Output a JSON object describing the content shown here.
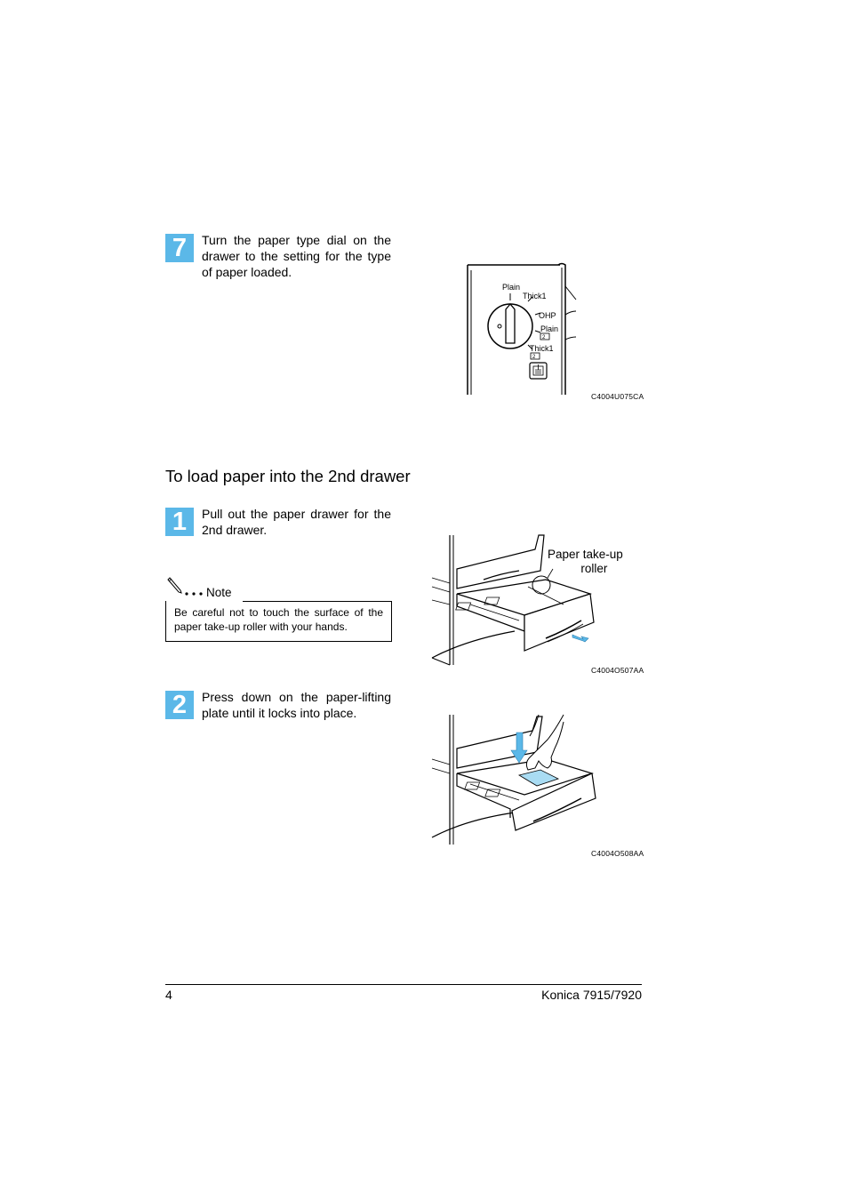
{
  "steps": [
    {
      "number": "7",
      "text": "Turn the paper type dial on the drawer to the setting for the type of paper loaded."
    },
    {
      "number": "1",
      "text": "Pull out the paper drawer for the 2nd drawer."
    },
    {
      "number": "2",
      "text": "Press down on the paper-lifting plate until it locks into place."
    }
  ],
  "section_title": "To load paper into the 2nd drawer",
  "note": {
    "label": "Note",
    "text": "Be careful not to touch the surface of the paper take-up roller with your hands."
  },
  "figures": {
    "dial": {
      "code": "C4004U075CA",
      "labels": {
        "plain": "Plain",
        "thick1": "Thick1",
        "ohp": "OHP",
        "plain2": "Plain",
        "thick1_2": "Thick1",
        "small2a": "2",
        "small2b": "2"
      }
    },
    "drawer_open": {
      "code": "C4004O507AA",
      "callout_line1": "Paper take-up",
      "callout_line2": "roller"
    },
    "drawer_press": {
      "code": "C4004O508AA"
    }
  },
  "footer": {
    "page_number": "4",
    "product": "Konica 7915/7920"
  },
  "colors": {
    "accent": "#5bb8e8",
    "highlight": "#a9dcf3"
  }
}
